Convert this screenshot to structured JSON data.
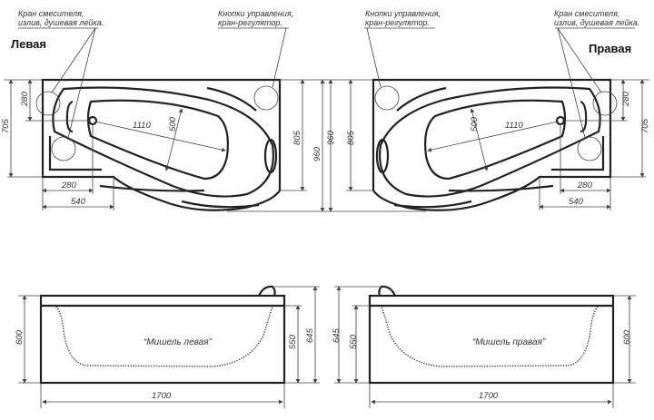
{
  "titles": {
    "left": "Левая",
    "right": "Правая"
  },
  "callouts": {
    "mixer_line1": "Кран смесителя,",
    "mixer_line2": "излив, душевая лейка.",
    "controls_line1": "Кнопки управления,",
    "controls_line2": "кран-регулятор."
  },
  "plan_dims": {
    "d280v": "280",
    "d705": "705",
    "d805": "805",
    "d960": "960",
    "d280h": "280",
    "d540": "540",
    "d1110": "1110",
    "d500": "500"
  },
  "elevation_dims": {
    "d600": "600",
    "d550": "550",
    "d645": "645",
    "d1700": "1700"
  },
  "models": {
    "left": "“Мишель левая”",
    "right": "“Мишель правая”"
  }
}
